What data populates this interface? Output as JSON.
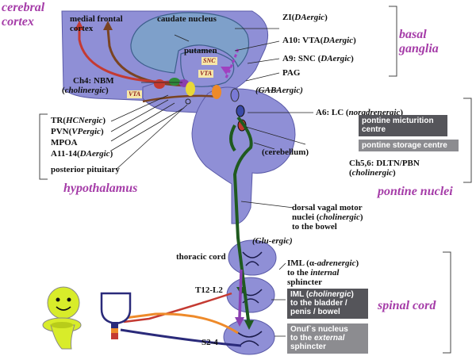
{
  "regions": {
    "cortex_l1": "cerebral",
    "cortex_l2": "cortex",
    "basal_l1": "basal",
    "basal_l2": "ganglia",
    "hypothalamus": "hypothalamus",
    "pontine": "pontine nuclei",
    "spinal": "spinal cord"
  },
  "labels": {
    "medial_frontal_1": "medial frontal",
    "medial_frontal_2": "cortex",
    "caudate": "caudate nucleus",
    "putamen": "putamen",
    "zi_name": "ZI(",
    "zi_type": "DAergic",
    "vta_name": "A10: VTA(",
    "vta_type": "DAergic",
    "snc_name": "A9: SNC (",
    "snc_type": "DAergic",
    "pag": "PAG",
    "gaba": "(GABAergic)",
    "nbm_1": "Ch4: NBM",
    "nbm_2": "cholinergic",
    "tr_name": "TR(",
    "tr_type": "HCNergic",
    "pvn_name": "PVN(",
    "pvn_type": "VPergic",
    "mpoa": "MPOA",
    "a11_name": "A11-14(",
    "a11_type": "DAergic",
    "post_pit": "posterior pituitary",
    "lc_name": "A6: LC (",
    "lc_type": "noradrenergic",
    "cerebellum": "(cerebellum)",
    "ch56_1": "Ch5,6: DLTN/PBN",
    "ch56_2": "cholinergic",
    "dvm_1": "dorsal vagal motor",
    "dvm_2": "nuclei (",
    "dvm_2b": "cholinergic",
    "dvm_3": "to the bowel",
    "glu": "(Glu-ergic)",
    "thoracic": "thoracic cord",
    "iml1_1": "IML (",
    "iml1_alpha": "α",
    "iml1_type": "-adrenergic",
    "iml1_2": "to the ",
    "iml1_2i": "internal",
    "iml1_3": "sphincter",
    "t12": "T12-L2",
    "s24": "S2-4",
    "tag_snc": "SNC",
    "tag_vta1": "VTA",
    "tag_vta2": "VTA"
  },
  "boxes": {
    "micturition_1": "pontine micturition",
    "micturition_2": "centre",
    "storage": "pontine storage centre",
    "iml2_1a": "IML (",
    "iml2_1b": "cholinergic",
    "iml2_2": "to the bladder /",
    "iml2_3": "penis / bowel",
    "onuf_1": "Onuf`s nucleus",
    "onuf_2a": "to the ",
    "onuf_2b": "external",
    "onuf_3": "sphincter"
  },
  "colors": {
    "brain_fill": "#8f8fd6",
    "brain_stroke": "#5a5aa8",
    "caudate_fill": "#7ea0ca",
    "region_text": "#a53ca8",
    "dark_box": "#55555a",
    "light_box": "#8c8c90",
    "green_path": "#1f5a1f",
    "purple_path": "#8a3fb0",
    "brown_path": "#7a4422",
    "red_path": "#c43a32",
    "orange_path": "#ee8a2a",
    "navy_path": "#2a2a7a",
    "smiley": "#d8ec2a"
  },
  "icons": [
    "smiley-face-icon",
    "toilet-icon",
    "bladder-icon"
  ]
}
